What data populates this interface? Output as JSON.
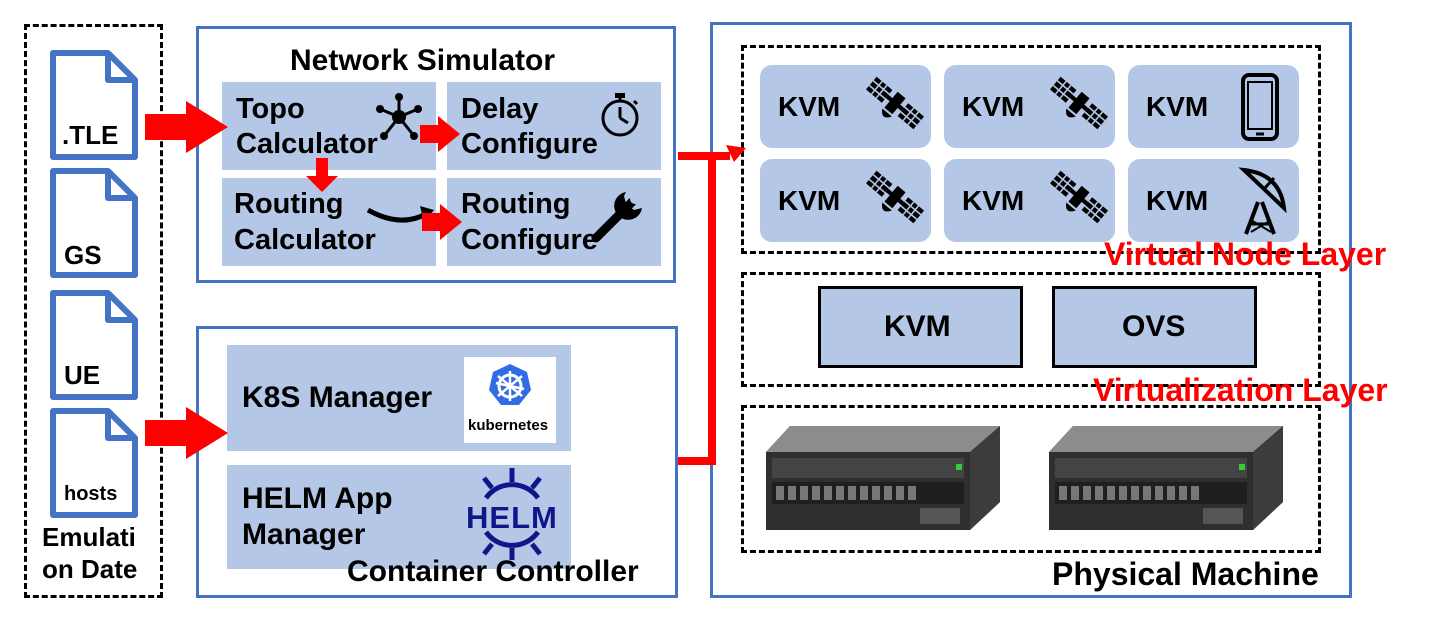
{
  "emulation_data": {
    "files": [
      ".TLE",
      "GS",
      "UE",
      "hosts"
    ],
    "caption_line1": "Emulati",
    "caption_line2": "on Date"
  },
  "network_simulator": {
    "title": "Network Simulator",
    "topo_line1": "Topo",
    "topo_line2": "Calculator",
    "delay_line1": "Delay",
    "delay_line2": "Configure",
    "routing_calc_line1": "Routing",
    "routing_calc_line2": "Calculator",
    "routing_conf_line1": "Routing",
    "routing_conf_line2": "Configure"
  },
  "container_controller": {
    "title": "Container Controller",
    "k8s_label": "K8S Manager",
    "kubernetes_logo_text": "kubernetes",
    "helm_line1": "HELM App",
    "helm_line2": "Manager",
    "helm_logo_text": "HELM"
  },
  "physical_machine": {
    "title": "Physical Machine",
    "virtual_node_layer": "Virtual Node Layer",
    "virtualization_layer": "Virtualization Layer",
    "kvm_nodes": [
      {
        "label": "KVM",
        "icon": "satellite-icon"
      },
      {
        "label": "KVM",
        "icon": "satellite-icon"
      },
      {
        "label": "KVM",
        "icon": "phone-icon"
      },
      {
        "label": "KVM",
        "icon": "satellite-icon"
      },
      {
        "label": "KVM",
        "icon": "satellite-icon"
      },
      {
        "label": "KVM",
        "icon": "ground-station-icon"
      }
    ],
    "virt_kvm": "KVM",
    "virt_ovs": "OVS"
  },
  "colors": {
    "box_border": "#4472c4",
    "fill": "#b4c7e7",
    "arrow": "#ff0000",
    "layer_text": "#ff0000"
  }
}
